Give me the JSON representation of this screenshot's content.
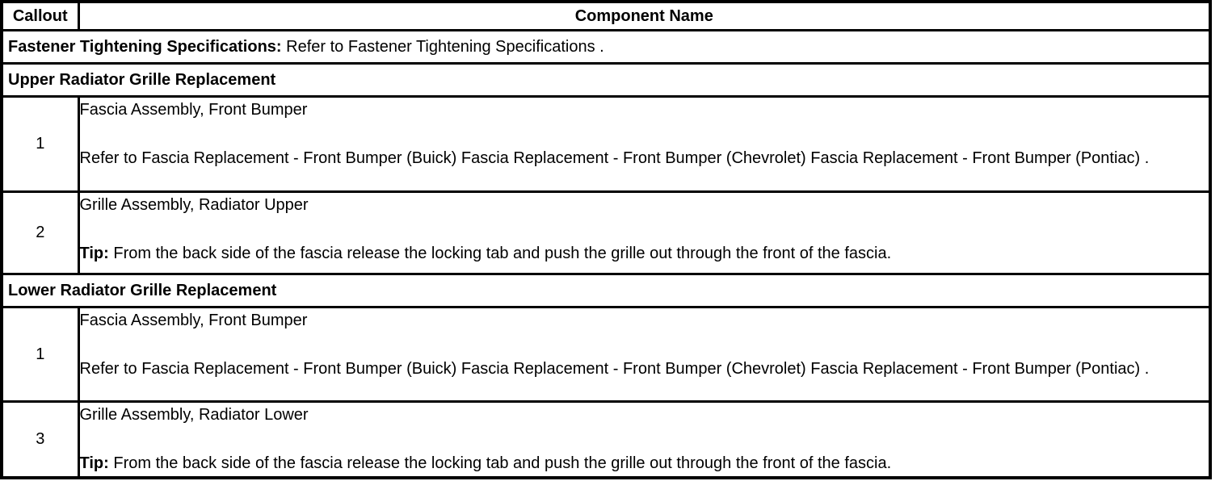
{
  "colors": {
    "border": "#000000",
    "text": "#000000",
    "background": "#ffffff"
  },
  "table": {
    "header": {
      "callout_label": "Callout",
      "component_label": "Component Name"
    },
    "note": {
      "bold": "Fastener Tightening Specifications:",
      "text": " Refer to Fastener Tightening Specifications ."
    },
    "sections": [
      {
        "title": "Upper Radiator Grille Replacement",
        "items": [
          {
            "callout": "1",
            "name": "Fascia Assembly, Front Bumper",
            "detail_bold": "",
            "detail": "Refer to Fascia Replacement - Front Bumper (Buick) Fascia Replacement - Front Bumper (Chevrolet) Fascia Replacement - Front Bumper (Pontiac) ."
          },
          {
            "callout": "2",
            "name": "Grille Assembly, Radiator Upper",
            "detail_bold": "Tip:",
            "detail": " From the back side of the fascia release the locking tab and push the grille out through the front of the fascia."
          }
        ]
      },
      {
        "title": "Lower Radiator Grille Replacement",
        "items": [
          {
            "callout": "1",
            "name": "Fascia Assembly, Front Bumper",
            "detail_bold": "",
            "detail": "Refer to Fascia Replacement - Front Bumper (Buick) Fascia Replacement - Front Bumper (Chevrolet) Fascia Replacement - Front Bumper (Pontiac) ."
          },
          {
            "callout": "3",
            "name": "Grille Assembly, Radiator Lower",
            "detail_bold": "Tip:",
            "detail": " From the back side of the fascia release the locking tab and push the grille out through the front of the fascia."
          }
        ]
      }
    ]
  }
}
